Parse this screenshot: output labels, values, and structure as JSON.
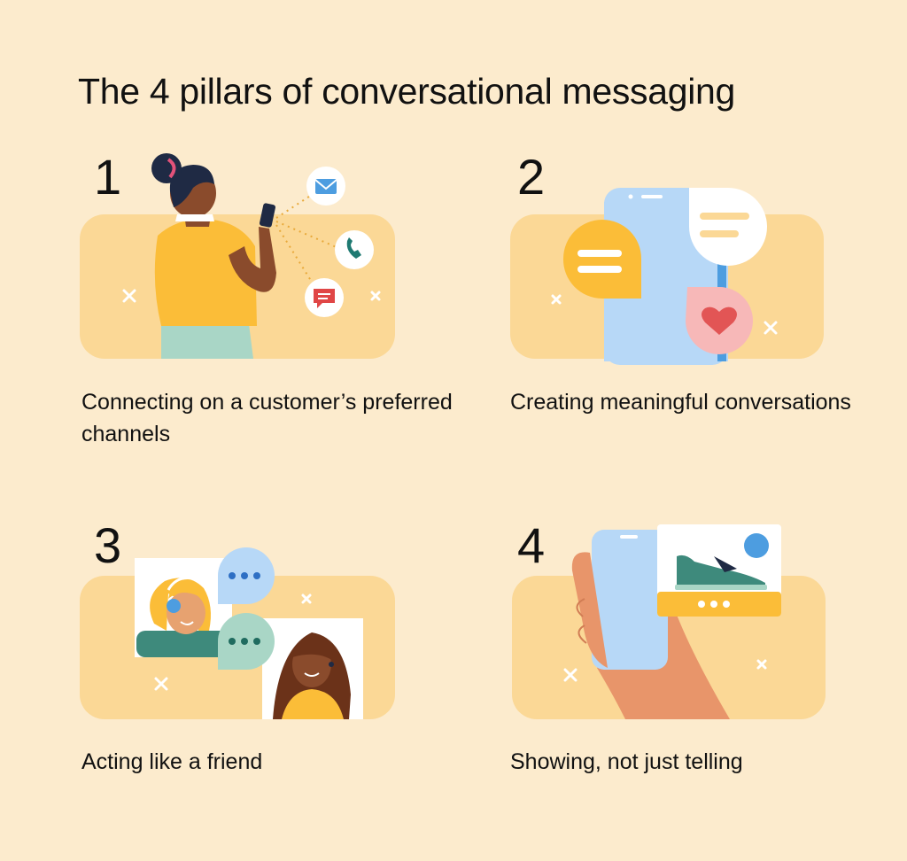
{
  "title": "The 4 pillars of conversational messaging",
  "pillars": [
    {
      "number": "1",
      "caption": "Connecting on a customer’s preferred channels",
      "icons": [
        "woman-with-phone-icon",
        "email-icon",
        "phone-icon",
        "chat-icon"
      ]
    },
    {
      "number": "2",
      "caption": "Creating meaningful conversations",
      "icons": [
        "phone-screen-icon",
        "chat-bubble-icon",
        "heart-icon"
      ]
    },
    {
      "number": "3",
      "caption": "Acting like a friend",
      "icons": [
        "agent-with-headset-icon",
        "typing-bubble-icon",
        "customer-icon"
      ]
    },
    {
      "number": "4",
      "caption": "Showing, not just telling",
      "icons": [
        "hand-holding-phone-icon",
        "sneaker-card-icon"
      ]
    }
  ],
  "colors": {
    "background": "#fcebcd",
    "panel": "#fbd896",
    "accent_yellow": "#fbbd38",
    "phone_blue": "#b7d8f7",
    "teal": "#3e8a7c"
  }
}
